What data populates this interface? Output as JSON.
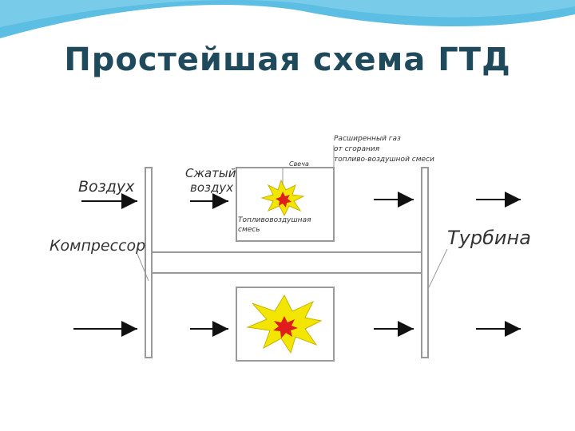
{
  "slide": {
    "title": "Простейшая схема ГТД",
    "accent_color": "#2aa6d6"
  },
  "diagram": {
    "labels": {
      "air": "Воздух",
      "compressed_air_line1": "Сжатый",
      "compressed_air_line2": "воздух",
      "spark": "Свеча",
      "exhaust_line1": "Расширенный газ",
      "exhaust_line2": "от сгорания",
      "exhaust_line3": "топливо-воздушной смеси",
      "compressor": "Компрессор",
      "turbine": "Турбина",
      "mixture_line1": "Топливовоздушная",
      "mixture_line2": "смесь"
    },
    "colors": {
      "flame_outer": "#f2e600",
      "flame_inner": "#e01c1c",
      "arrow": "#111111",
      "line": "#9a9a9a"
    }
  }
}
